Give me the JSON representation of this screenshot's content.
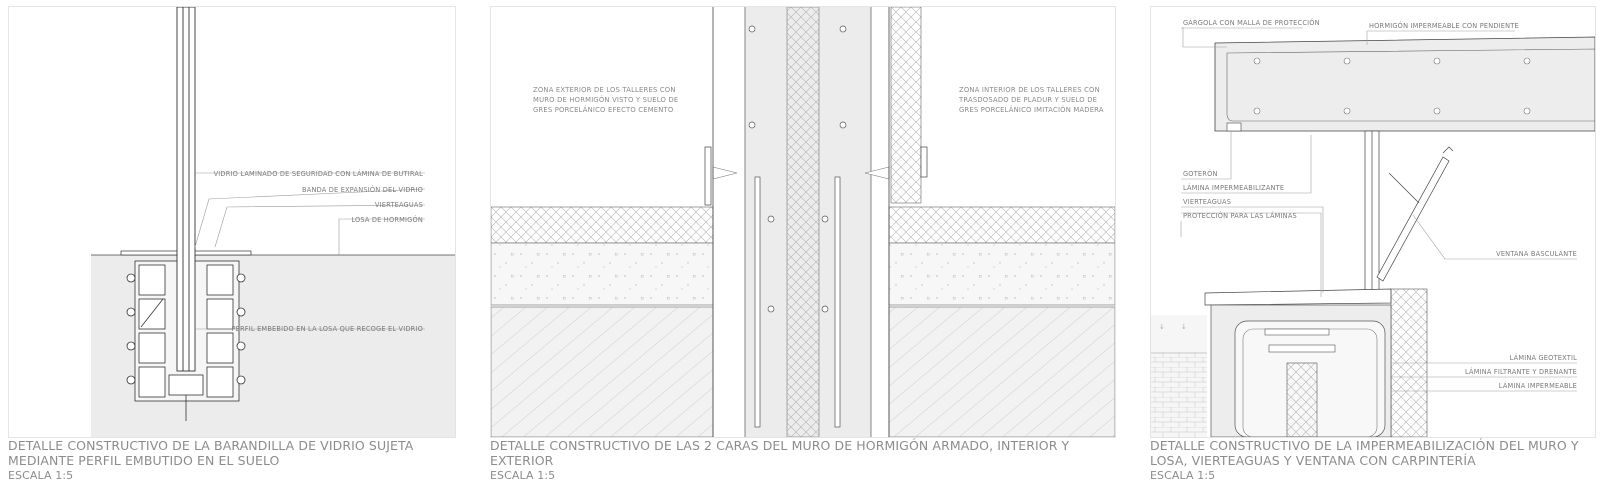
{
  "panels": [
    {
      "caption": "DETALLE CONSTRUCTIVO DE LA BARANDILLA DE VIDRIO SUJETA MEDIANTE PERFIL EMBUTIDO EN EL SUELO",
      "scale": "ESCALA 1:5",
      "labels": {
        "vidrio": "VIDRIO LAMINADO DE SEGURIDAD CON LÁMINA DE BUTIRAL",
        "banda": "BANDA DE EXPANSIÓN DEL VIDRIO",
        "vierteaguas": "VIERTEAGUAS",
        "losa": "LOSA DE HORMIGÓN",
        "perfil": "PERFIL EMBEBIDO EN LA LOSA QUE RECOGE EL VIDRIO"
      }
    },
    {
      "caption": "DETALLE CONSTRUCTIVO DE LAS 2 CARAS DEL MURO DE HORMIGÓN ARMADO, INTERIOR Y EXTERIOR",
      "scale": "ESCALA 1:5",
      "notes": {
        "exterior": [
          "ZONA EXTERIOR DE LOS TALLERES CON",
          "MURO DE HORMIGÓN VISTO Y SUELO DE",
          "GRES PORCELÁNICO EFECTO CEMENTO"
        ],
        "interior": [
          "ZONA INTERIOR DE LOS TALLERES CON",
          "TRASDOSADO DE PLADUR Y SUELO DE",
          "GRES PORCELÁNICO IMITACIÓN MADERA"
        ]
      }
    },
    {
      "caption": "DETALLE CONSTRUCTIVO DE LA IMPERMEABILIZACIÓN DEL MURO Y LOSA, VIERTEAGUAS Y VENTANA CON CARPINTERÍA",
      "scale": "ESCALA 1:5",
      "labels": {
        "gargola": "GÁRGOLA CON MALLA DE PROTECCIÓN",
        "hormigon": "HORMIGÓN IMPERMEABLE CON PENDIENTE",
        "goteron": "GOTERÓN",
        "lamina_imp": "LÁMINA IMPERMEABILIZANTE",
        "vierteaguas": "VIERTEAGUAS",
        "proteccion": "PROTECCIÓN PARA LAS LÁMINAS",
        "ventana": "VENTANA BASCULANTE",
        "geotextil": "LÁMINA GEOTEXTIL",
        "filtrante": "LÁMINA FILTRANTE Y DRENANTE",
        "impermeable": "LÁMINA IMPERMEABLE"
      }
    }
  ]
}
